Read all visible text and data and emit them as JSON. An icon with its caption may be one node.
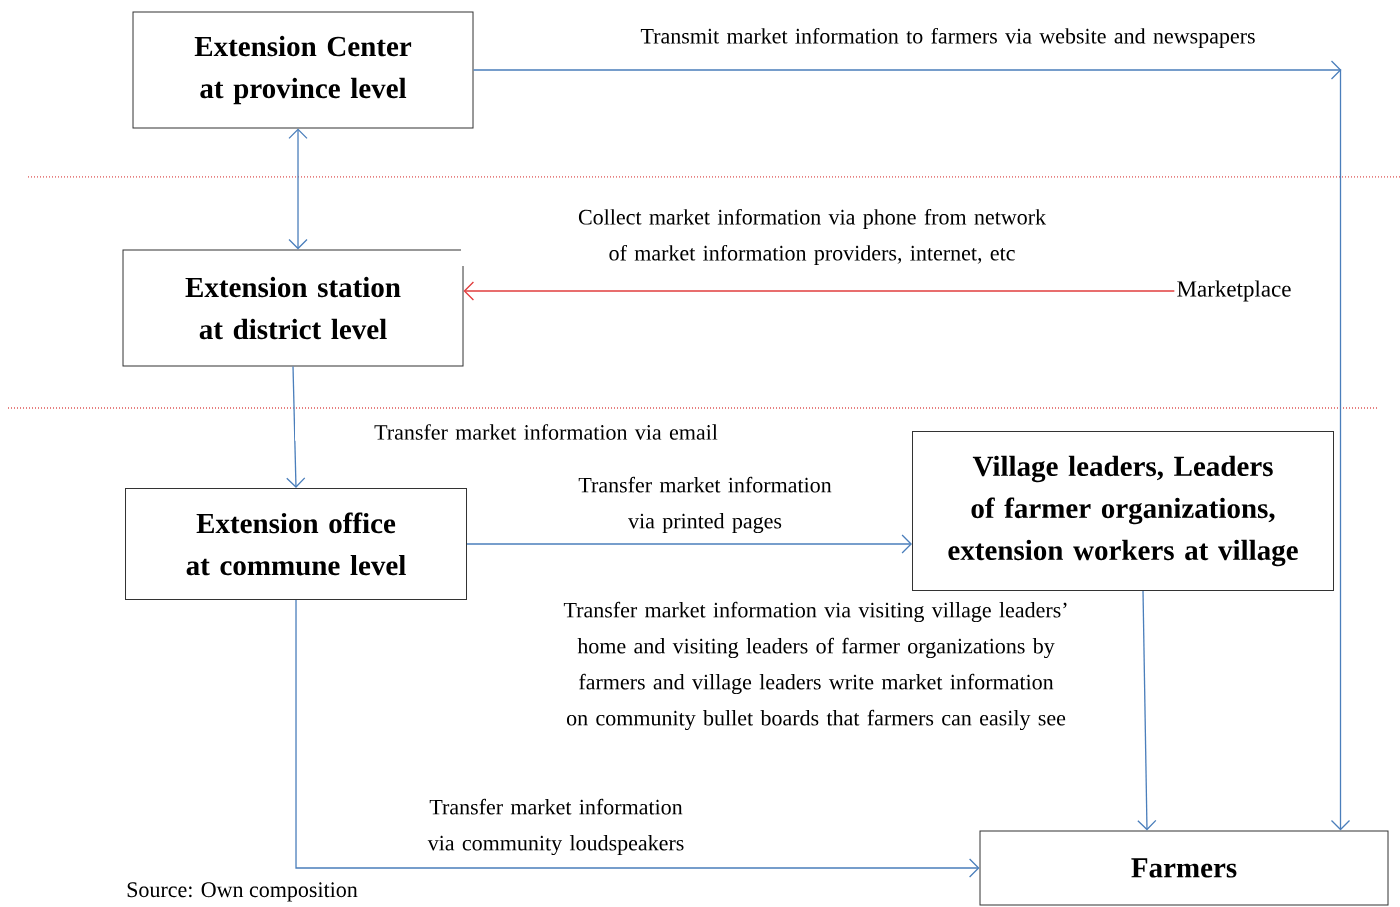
{
  "diagram": {
    "nodes": [
      {
        "text": [
          "Extension Center at province level"
        ]
      },
      {
        "text": [
          "Extension station at district level"
        ]
      },
      {
        "text": [
          "Marketplace"
        ]
      },
      {
        "text": [
          "Extension office at commune level"
        ]
      },
      {
        "text": [
          "Village leaders, Leaders of farmer organizations, extension workers at village"
        ]
      },
      {
        "text": [
          "Farmers"
        ]
      }
    ],
    "edges": [
      {
        "from": 0,
        "to": 5,
        "arrow": "to",
        "label": "Transmit market information to farmers via website and newspapers"
      },
      {
        "from": 0,
        "to": 1,
        "arrow": "both"
      },
      {
        "from": 2,
        "to": 1,
        "arrow": "to",
        "color": "#e03c3c",
        "label": "Collect market information via phone from network of market information providers, internet, etc"
      },
      {
        "from": 1,
        "to": 3,
        "arrow": "to",
        "label": "Transfer market information via email"
      },
      {
        "from": 3,
        "to": 4,
        "arrow": "to",
        "label": "Transfer market information via printed pages"
      },
      {
        "from": 4,
        "to": 5,
        "arrow": "to",
        "label": "Transfer market information via visiting village leaders’ home and visiting leaders of farmer organizations by farmers and village leaders write market information on community bullet boards that farmers can easily see"
      },
      {
        "from": 3,
        "to": 5,
        "arrow": "to",
        "label": "Transfer market information via community loudspeakers"
      }
    ],
    "labels": [
      "Source: Own composition"
    ]
  }
}
